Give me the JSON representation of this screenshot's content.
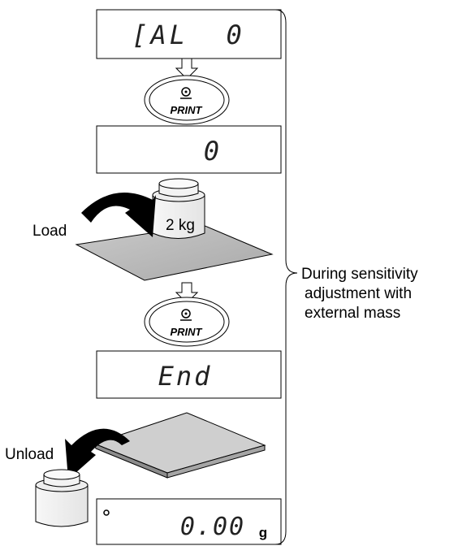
{
  "displays": {
    "cal": "[AL  0",
    "zero": "0",
    "end": "End",
    "reading_value": "0.00",
    "reading_unit": "g"
  },
  "button": {
    "label": "PRINT"
  },
  "weight": {
    "label": "2 kg"
  },
  "actions": {
    "load": "Load",
    "unload": "Unload"
  },
  "bracket_note": {
    "line1": "During sensitivity",
    "line2": "adjustment with",
    "line3": "external mass"
  }
}
